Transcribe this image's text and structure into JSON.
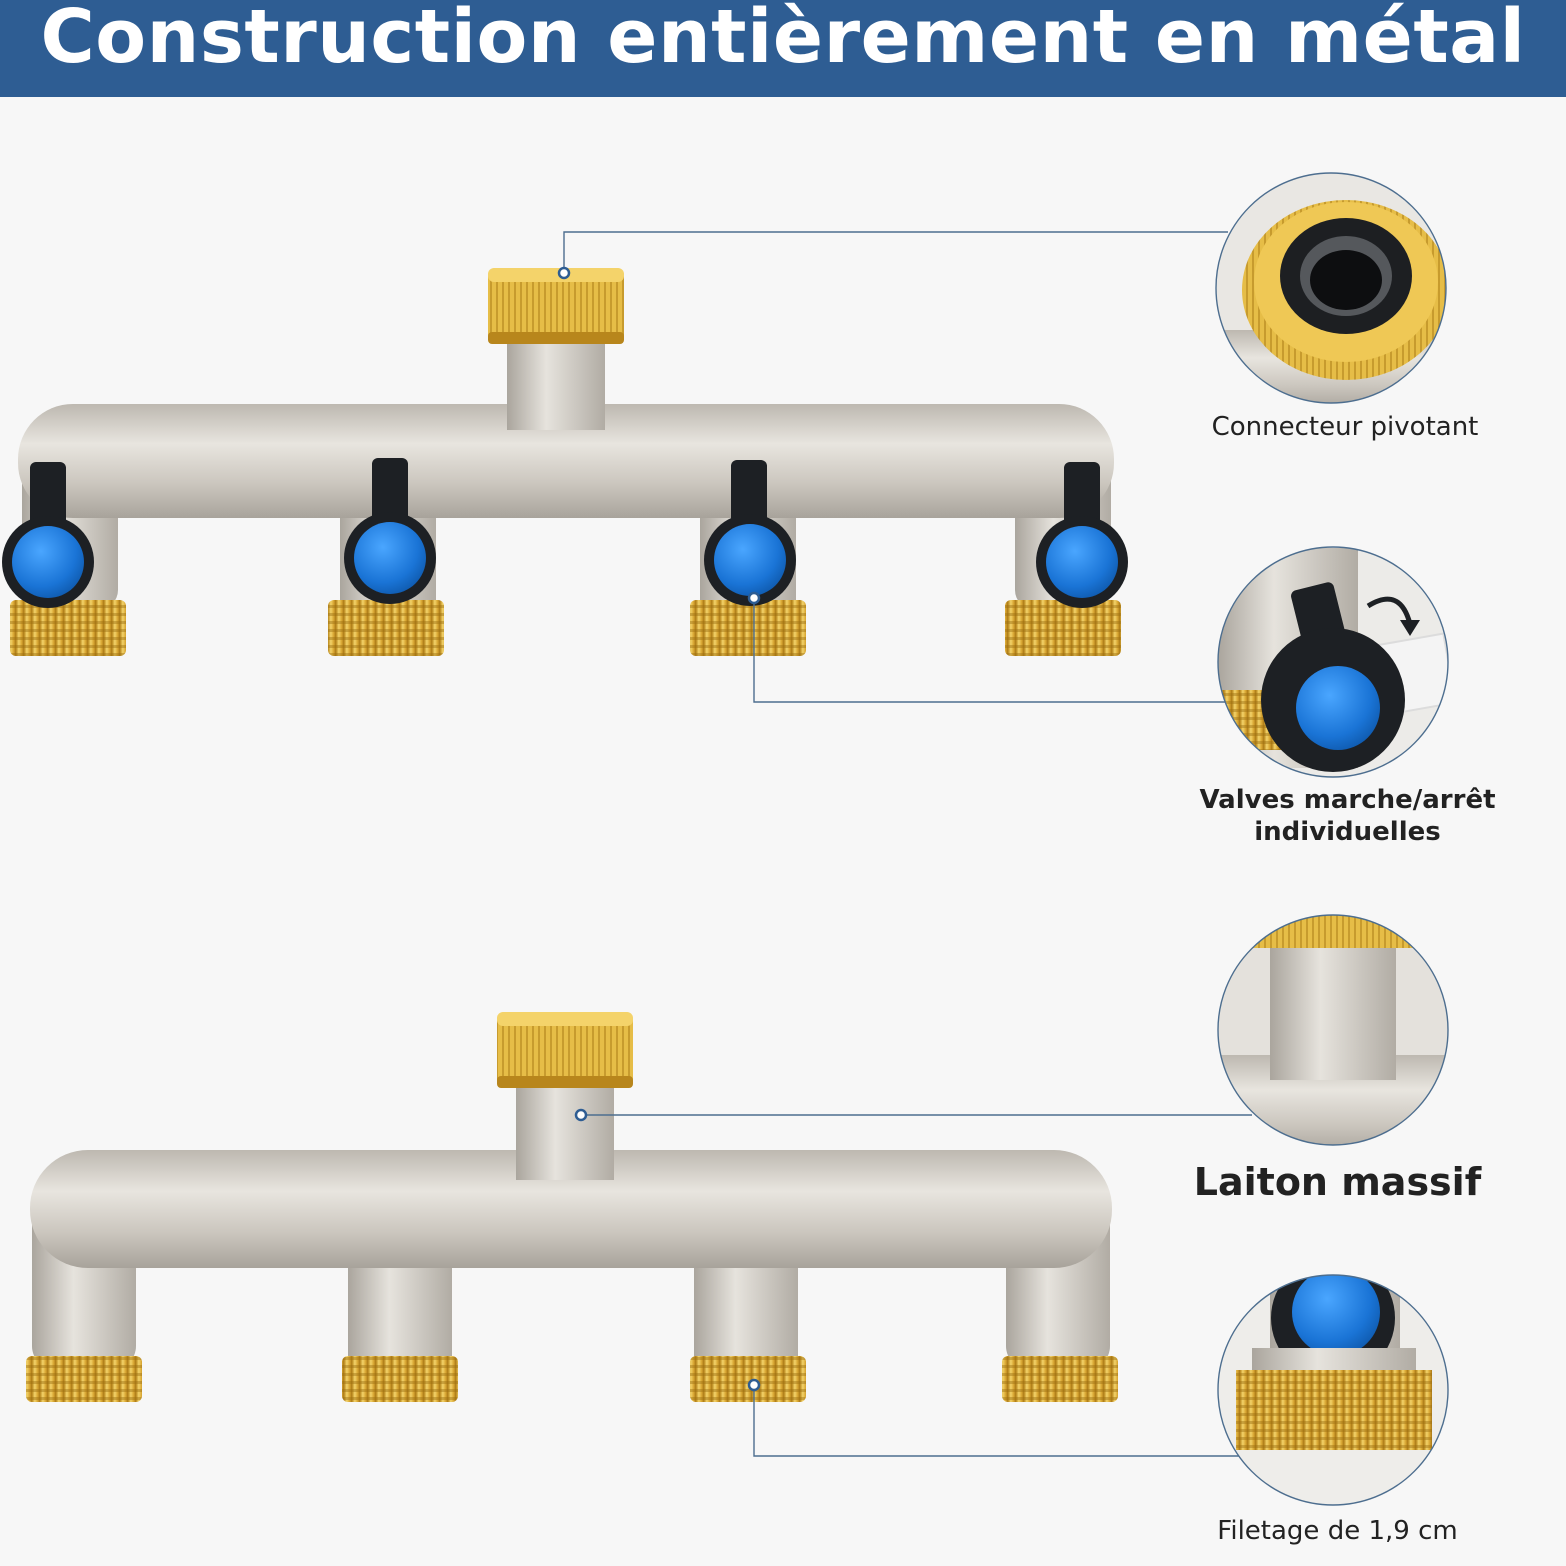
{
  "banner": {
    "title": "Construction entièrement en métal"
  },
  "features": {
    "swivel": "Connecteur pivotant",
    "valves_line1": "Valves marche/arrêt",
    "valves_line2": "individuelles",
    "brass": "Laiton massif",
    "thread": "Filetage de 1,9 cm"
  },
  "colors": {
    "banner": "#2e5d93",
    "brass": "#e0b33a",
    "steel": "#cfcac2",
    "valve_blue": "#1c7fe0",
    "lever": "#1d2024",
    "leader": "#4d6e8f"
  },
  "icons": [
    "rotate-arrow-icon"
  ]
}
